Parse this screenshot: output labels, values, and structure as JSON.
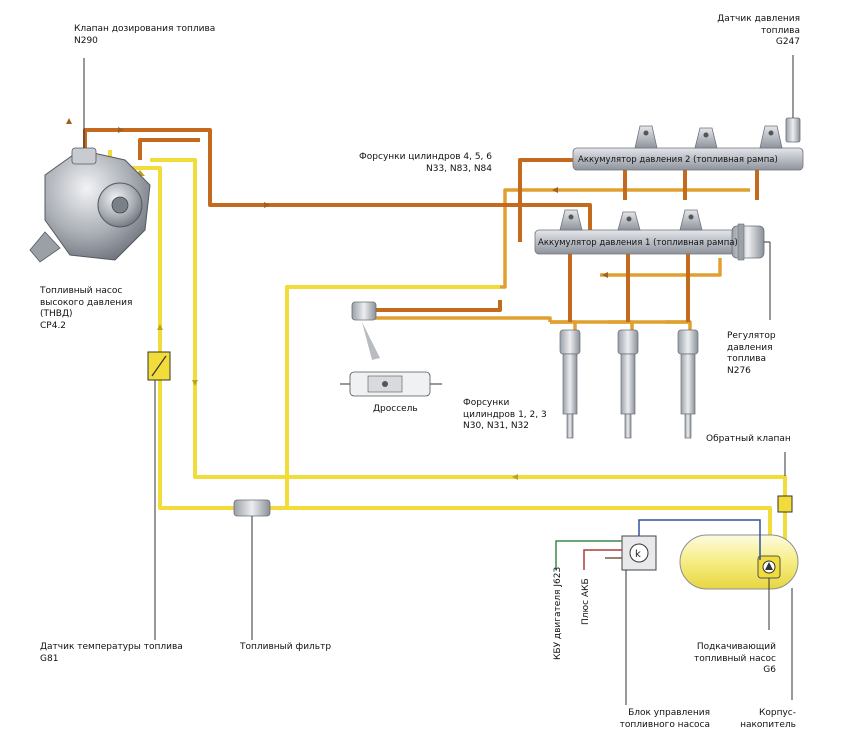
{
  "colors": {
    "high_pressure": "#c46a1e",
    "return_line": "#e0a030",
    "low_pressure": "#f2dc3a",
    "metal": "#b8bcc2",
    "tank_fill": "#f7ef8a",
    "wire_green": "#3a8a4a",
    "wire_red": "#b03a3a",
    "wire_blue": "#3050a0"
  },
  "labels": {
    "metering_valve": "Клапан дозирования топлива\nN290",
    "pressure_sensor": "Датчик давления\nтоплива\nG247",
    "injectors_456": "Форсунки цилиндров 4, 5, 6\nN33, N83, N84",
    "rail2": "Аккумулятор давления 2 (топливная рампа)",
    "rail1": "Аккумулятор давления 1 (топливная рампа)",
    "hp_pump": "Топливный насос\nвысокого давления\n(ТНВД)\nCP4.2",
    "regulator": "Регулятор\nдавления\nтоплива\nN276",
    "throttle": "Дроссель",
    "injectors_123": "Форсунки\nцилиндров 1, 2, 3\nN30, N31, N32",
    "check_valve": "Обратный клапан",
    "ecu_wire": "КБУ двигателя J623",
    "battery_wire": "Плюс АКБ",
    "temp_sensor": "Датчик температуры топлива\nG81",
    "fuel_filter": "Топливный фильтр",
    "pump_control": "Блок управления\nтопливного насоса",
    "feed_pump": "Подкачивающий\nтопливный насос\nG6",
    "reservoir": "Корпус-\nнакопитель",
    "control_unit_letter": "k"
  }
}
